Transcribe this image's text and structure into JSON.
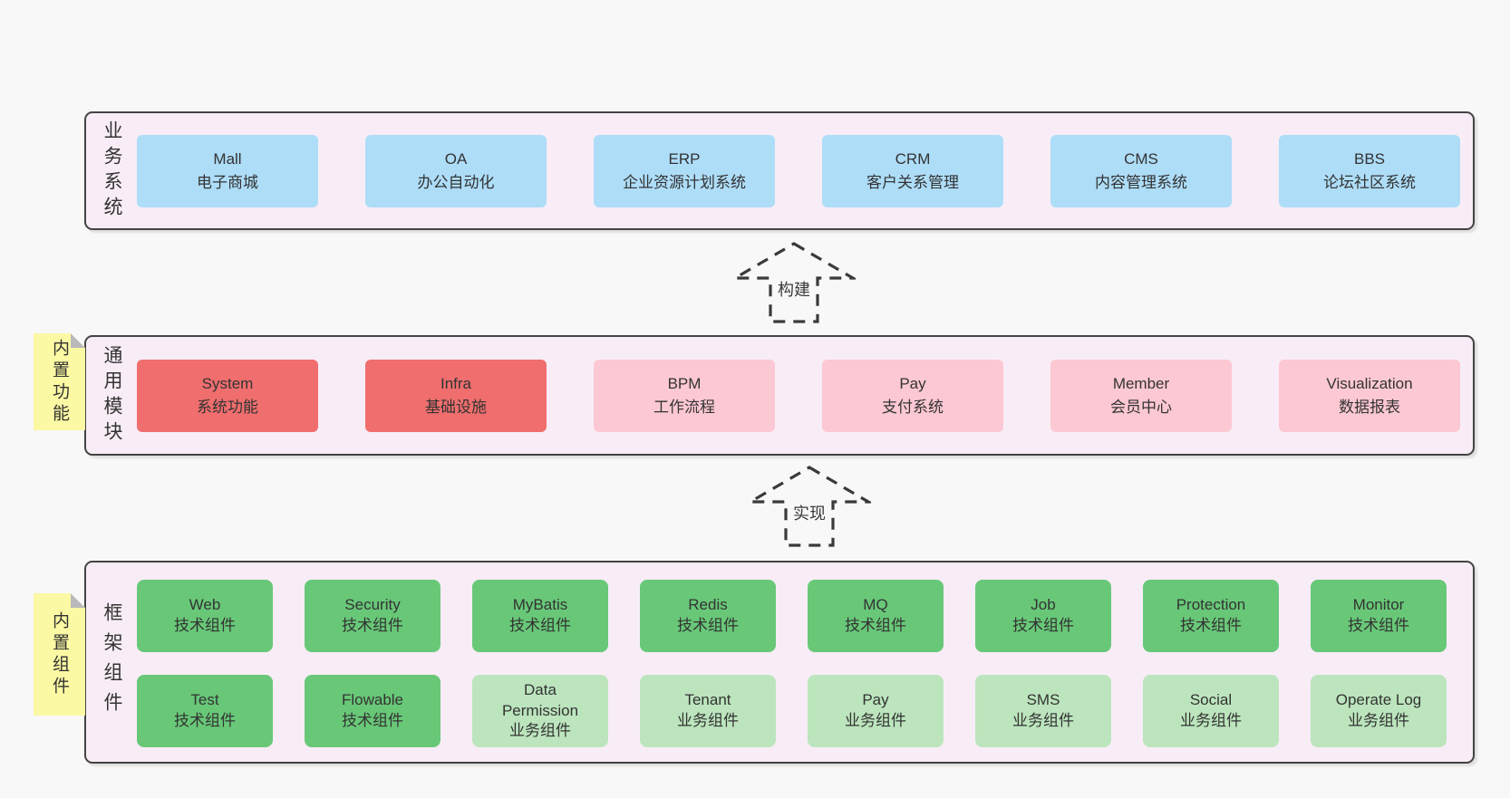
{
  "colors": {
    "page_bg": "#f8f8f8",
    "band_bg": "#f8edf6",
    "band_border": "#434343",
    "blue_box": "#aeddf8",
    "red_box": "#f06e6e",
    "pink_box": "#fcc8d3",
    "green_dark_box": "#68c878",
    "green_light_box": "#bce5bd",
    "sticky_yellow": "#fbf9a3",
    "sticky_fold_gray": "#b9b9bb",
    "text": "#333333"
  },
  "arrows": {
    "build": "构建",
    "implement": "实现"
  },
  "bands": {
    "business": {
      "side_label": "业务系统",
      "boxes": [
        {
          "name": "Mall",
          "desc": "电子商城"
        },
        {
          "name": "OA",
          "desc": "办公自动化"
        },
        {
          "name": "ERP",
          "desc": "企业资源计划系统"
        },
        {
          "name": "CRM",
          "desc": "客户关系管理"
        },
        {
          "name": "CMS",
          "desc": "内容管理系统"
        },
        {
          "name": "BBS",
          "desc": "论坛社区系统"
        }
      ]
    },
    "modules": {
      "side_label": "通用模块",
      "sticky": "内置功能",
      "boxes": [
        {
          "name": "System",
          "desc": "系统功能",
          "tone": "red"
        },
        {
          "name": "Infra",
          "desc": "基础设施",
          "tone": "red"
        },
        {
          "name": "BPM",
          "desc": "工作流程",
          "tone": "pink"
        },
        {
          "name": "Pay",
          "desc": "支付系统",
          "tone": "pink"
        },
        {
          "name": "Member",
          "desc": "会员中心",
          "tone": "pink"
        },
        {
          "name": "Visualization",
          "desc": "数据报表",
          "tone": "pink"
        }
      ]
    },
    "components": {
      "side_label": "框架组件",
      "sticky": "内置组件",
      "row1": [
        {
          "name": "Web",
          "desc": "技术组件",
          "tone": "dark"
        },
        {
          "name": "Security",
          "desc": "技术组件",
          "tone": "dark"
        },
        {
          "name": "MyBatis",
          "desc": "技术组件",
          "tone": "dark"
        },
        {
          "name": "Redis",
          "desc": "技术组件",
          "tone": "dark"
        },
        {
          "name": "MQ",
          "desc": "技术组件",
          "tone": "dark"
        },
        {
          "name": "Job",
          "desc": "技术组件",
          "tone": "dark"
        },
        {
          "name": "Protection",
          "desc": "技术组件",
          "tone": "dark"
        },
        {
          "name": "Monitor",
          "desc": "技术组件",
          "tone": "dark"
        }
      ],
      "row2": [
        {
          "name": "Test",
          "desc": "技术组件",
          "tone": "dark"
        },
        {
          "name": "Flowable",
          "desc": "技术组件",
          "tone": "dark"
        },
        {
          "name": "Data Permission",
          "desc": "业务组件",
          "tone": "light"
        },
        {
          "name": "Tenant",
          "desc": "业务组件",
          "tone": "light"
        },
        {
          "name": "Pay",
          "desc": "业务组件",
          "tone": "light"
        },
        {
          "name": "SMS",
          "desc": "业务组件",
          "tone": "light"
        },
        {
          "name": "Social",
          "desc": "业务组件",
          "tone": "light"
        },
        {
          "name": "Operate Log",
          "desc": "业务组件",
          "tone": "light"
        }
      ]
    }
  }
}
